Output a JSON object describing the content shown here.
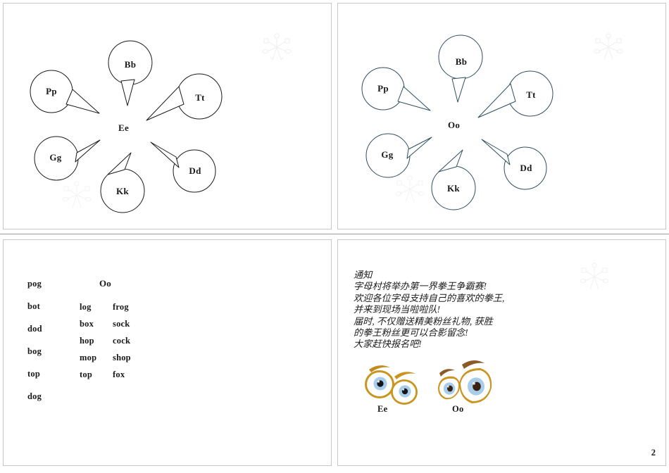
{
  "handout": {
    "page_number": "2",
    "slides": [
      {
        "id": "slide-1",
        "type": "bubble-diagram",
        "center_letter": "Ee",
        "stroke_color": "#1a1a1a",
        "bubbles": [
          {
            "label": "Pp",
            "position": "upper-left"
          },
          {
            "label": "Bb",
            "position": "top"
          },
          {
            "label": "Tt",
            "position": "upper-right"
          },
          {
            "label": "Gg",
            "position": "lower-left"
          },
          {
            "label": "Kk",
            "position": "bottom"
          },
          {
            "label": "Dd",
            "position": "lower-right"
          }
        ]
      },
      {
        "id": "slide-2",
        "type": "bubble-diagram",
        "center_letter": "Oo",
        "stroke_color": "#2e4f5e",
        "bubbles": [
          {
            "label": "Pp",
            "position": "upper-left"
          },
          {
            "label": "Bb",
            "position": "top"
          },
          {
            "label": "Tt",
            "position": "upper-right"
          },
          {
            "label": "Gg",
            "position": "lower-left"
          },
          {
            "label": "Kk",
            "position": "bottom"
          },
          {
            "label": "Dd",
            "position": "lower-right"
          }
        ]
      },
      {
        "id": "slide-3",
        "type": "word-list",
        "heading": "Oo",
        "column_1": [
          "pog",
          "bot",
          "dod",
          "bog",
          "top",
          "dog"
        ],
        "column_2": [
          "log",
          "box",
          "hop",
          "mop",
          "top"
        ],
        "column_3": [
          "frog",
          "sock",
          "cock",
          "shop",
          "fox"
        ]
      },
      {
        "id": "slide-4",
        "type": "notice",
        "notice_lines": [
          "通知",
          "字母村将举办第一界拳王争霸赛!",
          "欢迎各位字母支持自己的喜欢的拳王,",
          "并来到现场当啦啦队!",
          "届时, 不仅赠送精美粉丝礼物, 获胜",
          "的拳王粉丝更可以合影留念!",
          "大家赶快报名吧!"
        ],
        "eye_images": [
          {
            "caption": "Ee",
            "style": "round-pair"
          },
          {
            "caption": "Oo",
            "style": "oval-pair"
          }
        ]
      }
    ]
  },
  "colors": {
    "slide_border": "#c8c8c8",
    "divider": "#9a9a9a",
    "bubble_black": "#1a1a1a",
    "bubble_blue": "#2e4f5e",
    "snowflake": "#f2f2f2",
    "eye_gold": "#c9951f",
    "eye_iris": "#a8cdea",
    "eye_pupil": "#1a1a1a",
    "eyebrow_brown": "#8a5a28",
    "text": "#1a1a1a"
  },
  "icons": {
    "snowflake": "snowflake-icon",
    "speech_bubble": "speech-bubble-icon",
    "eye": "eye-icon"
  }
}
